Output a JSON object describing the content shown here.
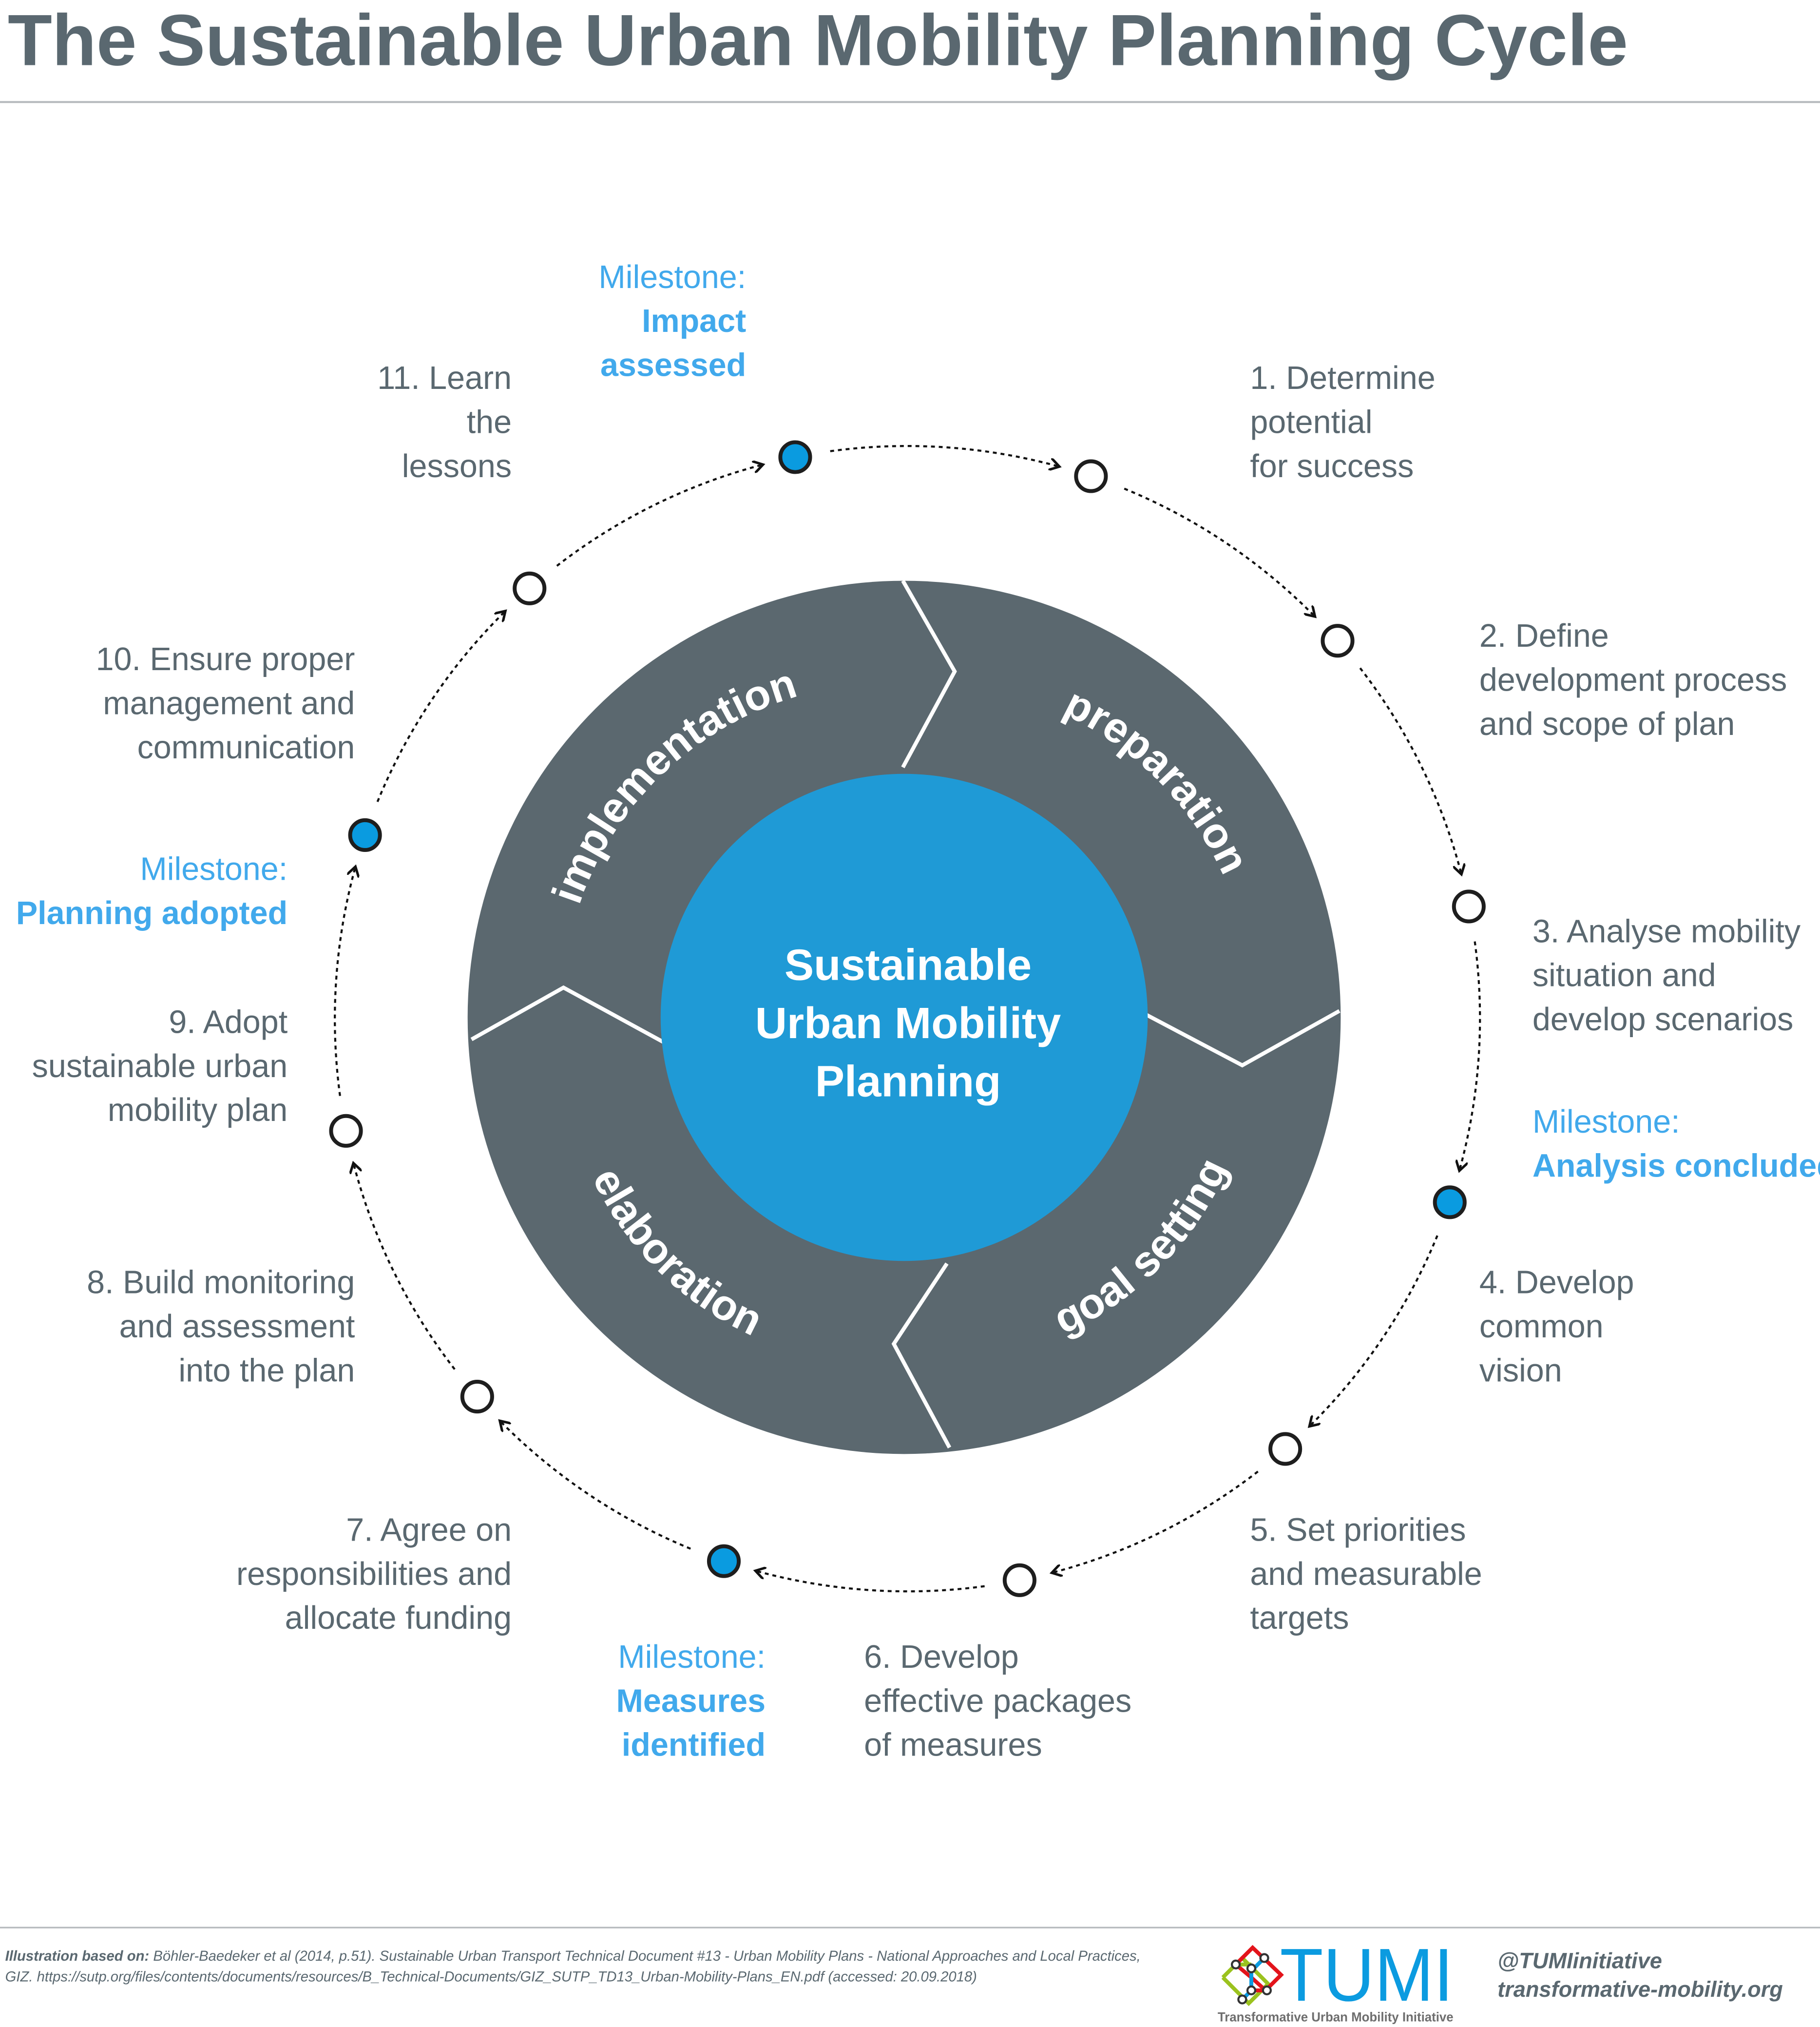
{
  "title": "The Sustainable Urban Mobility Planning Cycle",
  "core": {
    "lines": [
      "Sustainable",
      "Urban Mobility",
      "Planning"
    ]
  },
  "phases": [
    {
      "label": "preparation"
    },
    {
      "label": "goal setting"
    },
    {
      "label": "elaboration"
    },
    {
      "label": "implementation"
    }
  ],
  "steps": [
    {
      "number": "1.",
      "lines": [
        "1. Determine",
        "potential",
        "for success"
      ]
    },
    {
      "number": "2.",
      "lines": [
        "2. Define",
        "development process",
        "and scope of plan"
      ]
    },
    {
      "number": "3.",
      "lines": [
        "3. Analyse mobility",
        "situation and",
        "develop scenarios"
      ]
    },
    {
      "number": "4.",
      "lines": [
        "4. Develop",
        "common",
        "vision"
      ]
    },
    {
      "number": "5.",
      "lines": [
        "5. Set priorities",
        "and measurable",
        "targets"
      ]
    },
    {
      "number": "6.",
      "lines": [
        "6. Develop",
        "effective packages",
        "of measures"
      ]
    },
    {
      "number": "7.",
      "lines": [
        "7. Agree on",
        "responsibilities and",
        "allocate funding"
      ]
    },
    {
      "number": "8.",
      "lines": [
        "8. Build monitoring",
        "and assessment",
        "into the plan"
      ]
    },
    {
      "number": "9.",
      "lines": [
        "9. Adopt",
        "sustainable urban",
        "mobility plan"
      ]
    },
    {
      "number": "10.",
      "lines": [
        "10. Ensure proper",
        "management and",
        "communication"
      ]
    },
    {
      "number": "11.",
      "lines": [
        "11. Learn",
        "the",
        "lessons"
      ]
    }
  ],
  "milestones": [
    {
      "heading": "Milestone:",
      "name_lines": [
        "Analysis concluded"
      ]
    },
    {
      "heading": "Milestone:",
      "name_lines": [
        "Measures",
        "identified"
      ]
    },
    {
      "heading": "Milestone:",
      "name_lines": [
        "Planning adopted"
      ]
    },
    {
      "heading": "Milestone:",
      "name_lines": [
        "Impact",
        "assessed"
      ]
    }
  ],
  "cycle_nodes": [
    {
      "id": "step-1",
      "type": "step"
    },
    {
      "id": "step-2",
      "type": "step"
    },
    {
      "id": "step-3",
      "type": "step"
    },
    {
      "id": "milestone-analysis-concluded",
      "type": "milestone"
    },
    {
      "id": "step-4",
      "type": "step"
    },
    {
      "id": "step-5",
      "type": "step"
    },
    {
      "id": "milestone-measures-identified",
      "type": "milestone"
    },
    {
      "id": "step-7-8",
      "type": "step"
    },
    {
      "id": "step-9",
      "type": "step"
    },
    {
      "id": "milestone-planning-adopted",
      "type": "milestone"
    },
    {
      "id": "step-10",
      "type": "step"
    },
    {
      "id": "milestone-impact-assessed",
      "type": "milestone"
    }
  ],
  "footer": {
    "source_label": "Illustration based on:",
    "source_line1": " Böhler-Baedeker et al (2014, p.51). Sustainable Urban Transport Technical Document #13 - Urban Mobility Plans - National Approaches and Local Practices,",
    "source_line2": "GIZ. https://sutp.org/files/contents/documents/resources/B_Technical-Documents/GIZ_SUTP_TD13_Urban-Mobility-Plans_EN.pdf (accessed: 20.09.2018)",
    "logo_word": "TUMI",
    "logo_subtitle": "Transformative Urban Mobility Initiative",
    "social_handle": "@TUMIinitiative",
    "website": "transformative-mobility.org"
  },
  "colors": {
    "text_gray": "#5a6870",
    "ring_gray": "#5b686f",
    "core_blue": "#1f9ad6",
    "milestone_blue": "#41a9ec",
    "node_fill_blue": "#0a9be0",
    "node_stroke": "#1e1e1e",
    "rule_gray": "#b5b9bc",
    "logo_red": "#e3141b",
    "logo_green": "#9bc21e",
    "logo_blue": "#0b9be0"
  }
}
